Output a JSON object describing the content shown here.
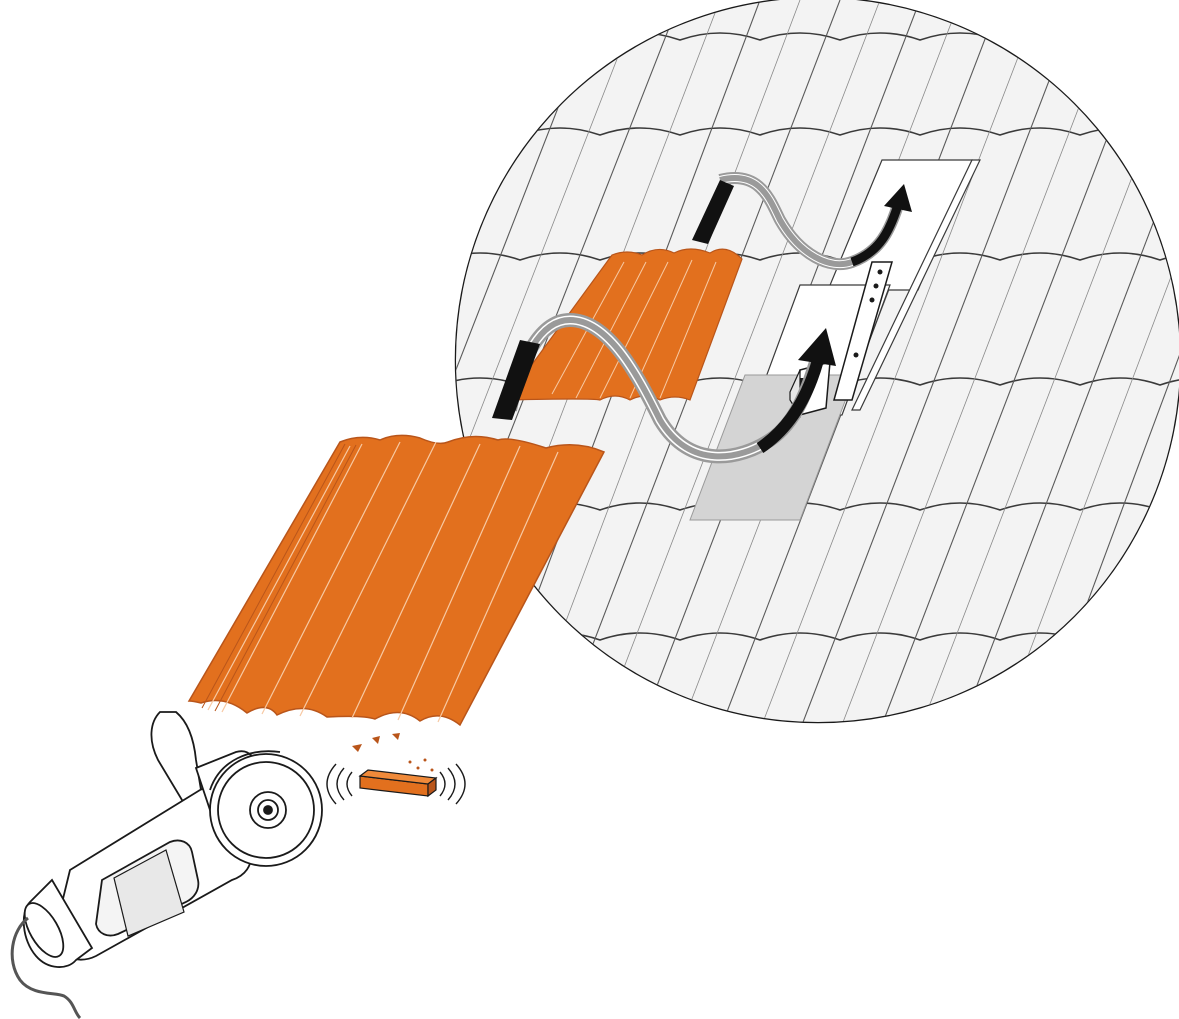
{
  "illustration": {
    "steps": [
      {
        "id": "cut-tile",
        "depicted": "angle-grinder-cutting-roof-tile"
      },
      {
        "id": "remove-tiles",
        "depicted": "curved-arrows-tiles-lifted-out"
      },
      {
        "id": "mount-bracket",
        "depicted": "roof-hook-bracket-on-rafter"
      }
    ],
    "colors": {
      "tile_orange": "#E2701E",
      "tile_orange_dark": "#B9551A",
      "roof_tile_gray": "#F1F1F1",
      "roof_line": "#2B2B2B",
      "arrow_black": "#111111",
      "arrow_strip_gray": "#9A9A9A",
      "flashing_gray": "#D4D4D4"
    },
    "icons": [
      "angle-grinder-icon",
      "sparks-icon",
      "vibration-icon",
      "curved-arrow-icon",
      "roof-hook-icon"
    ]
  }
}
